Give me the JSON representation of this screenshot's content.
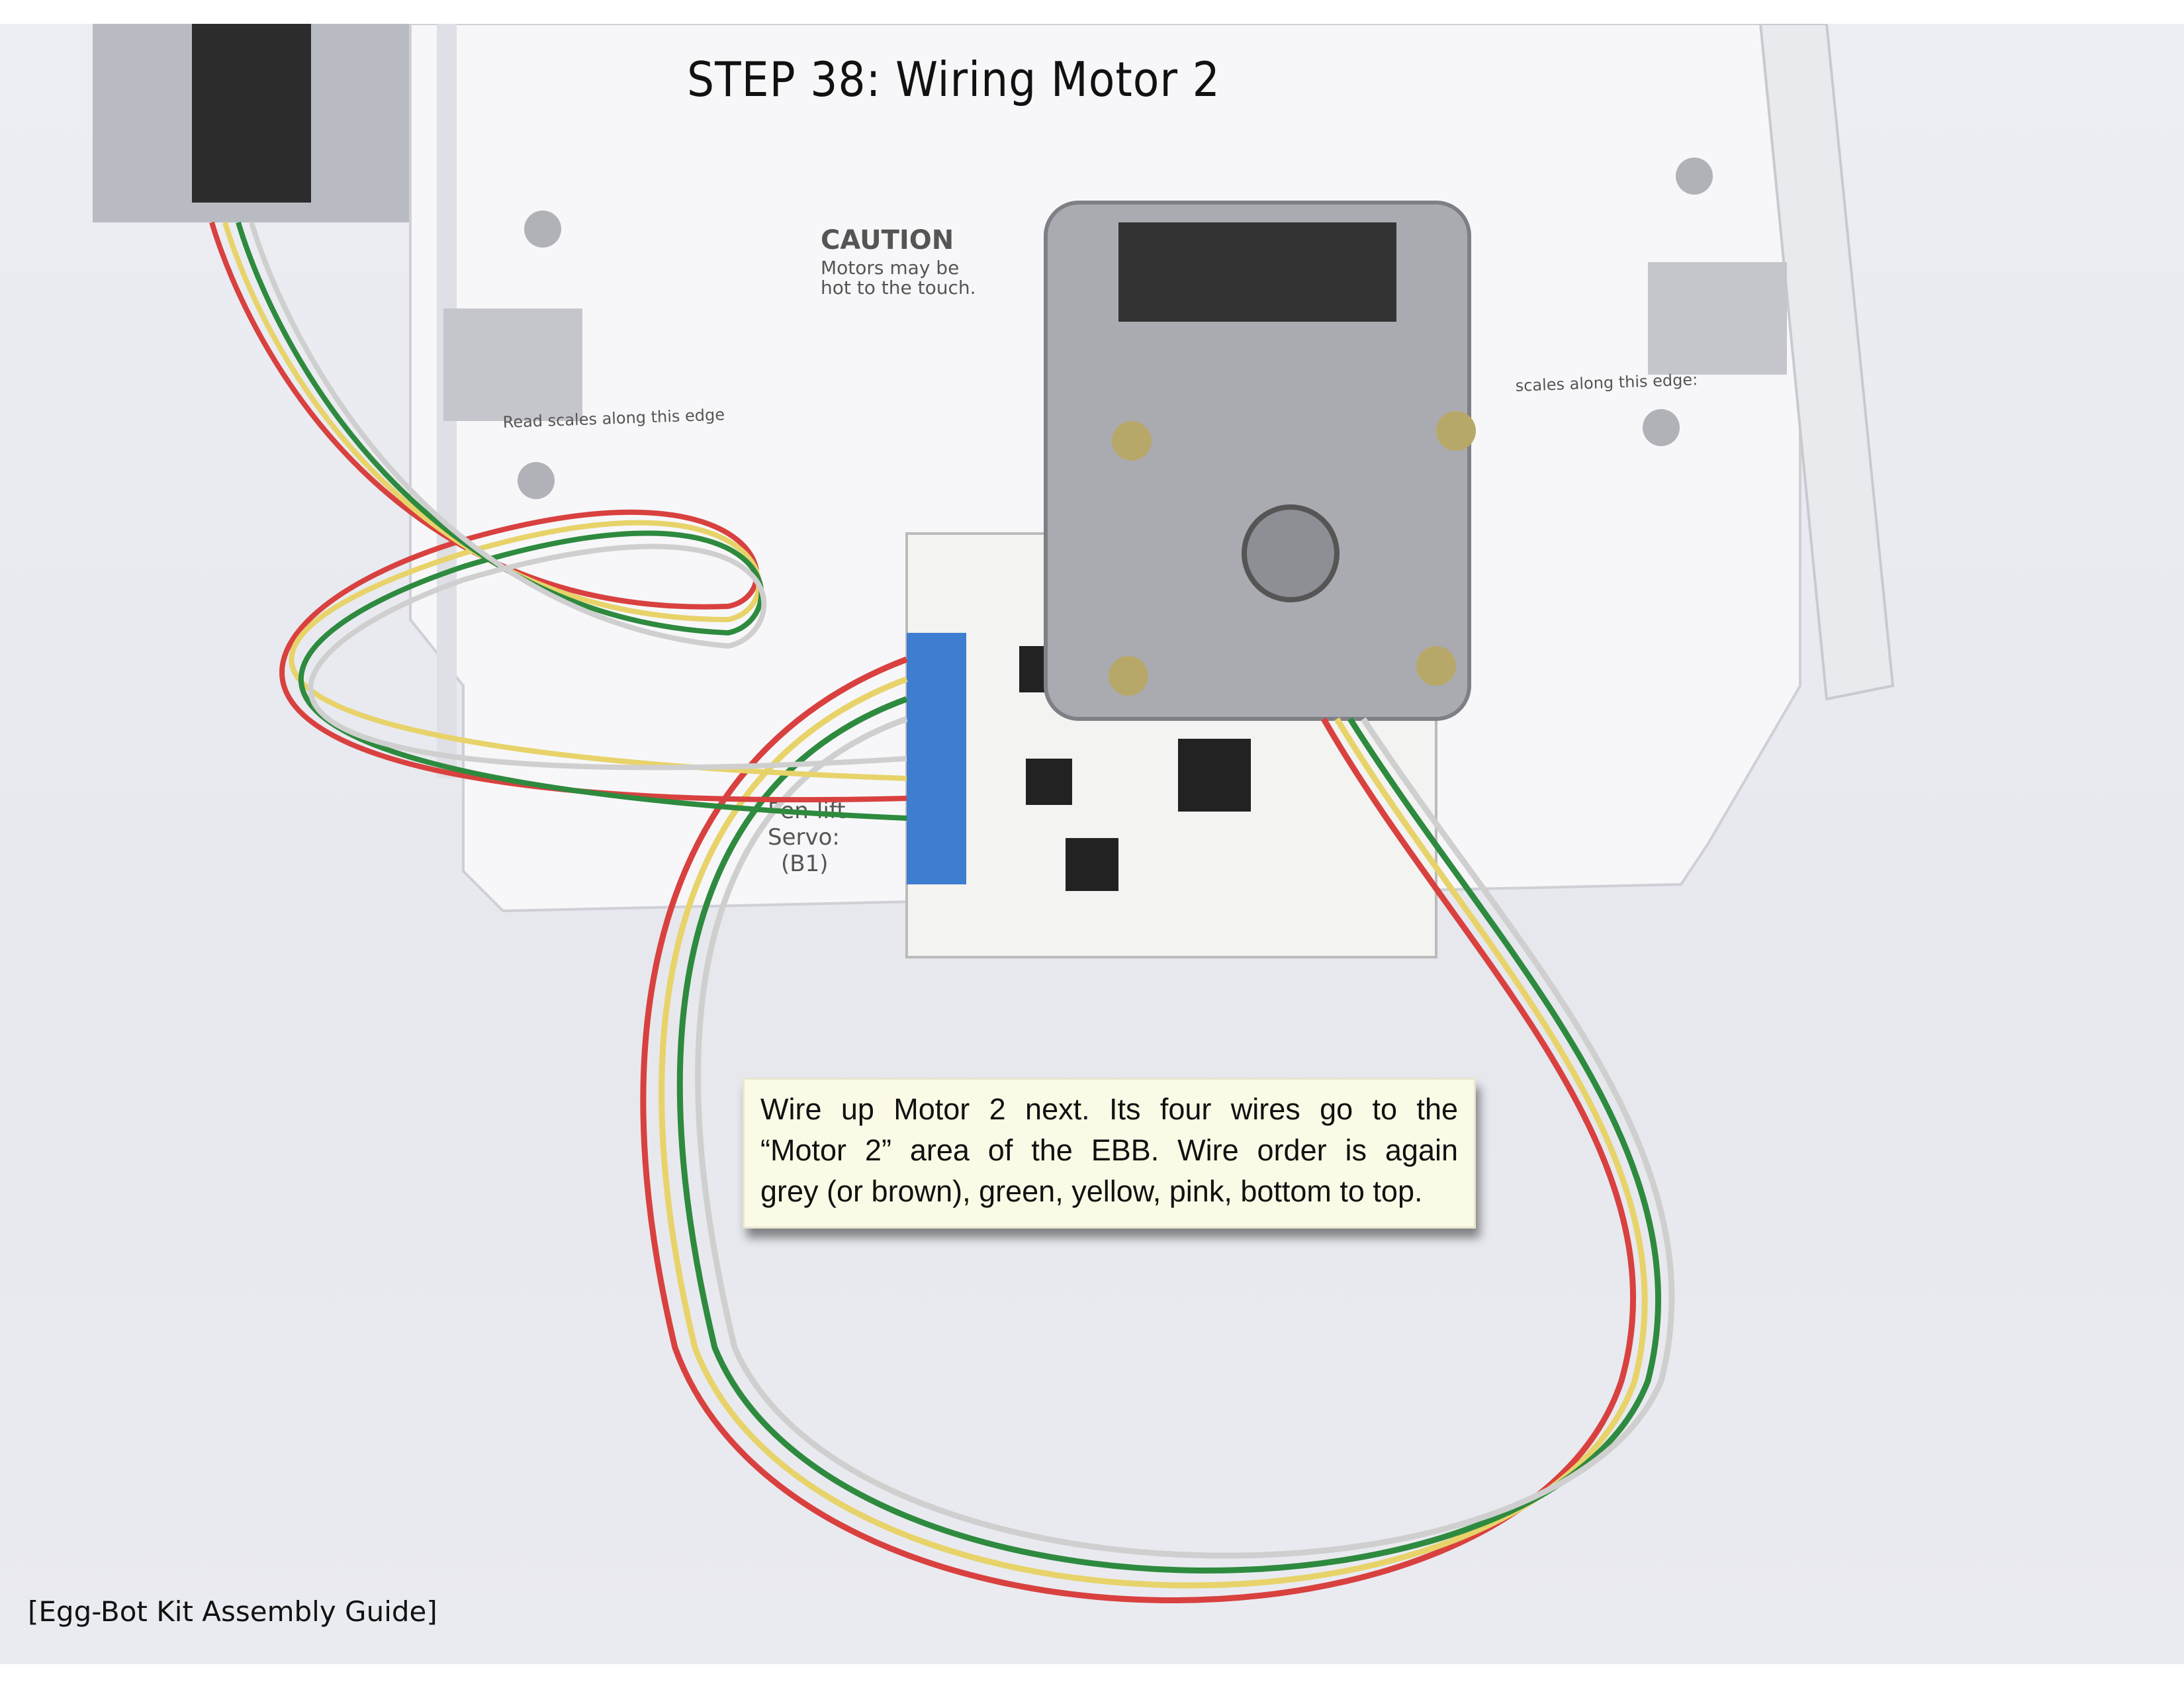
{
  "header": {
    "title": "STEP 38: Wiring Motor 2"
  },
  "caption": {
    "lines": [
      "Wire up Motor 2 next. Its four wires go to the",
      "“Motor 2” area of the EBB.  Wire order is again",
      "grey (or brown), green, yellow, pink, bottom to top."
    ]
  },
  "photo_labels": {
    "caution_title": "CAUTION",
    "caution_line1": "Motors may be",
    "caution_line2": "hot to the touch.",
    "scale_left": "Read scales along this edge",
    "scale_right": "scales along this edge:",
    "servo_line1": "Pen-lift",
    "servo_line2": "Servo:",
    "servo_line3": "(B1)"
  },
  "footer": {
    "text": "[Egg-Bot Kit Assembly Guide]"
  },
  "colors": {
    "wire_red": "#d8413f",
    "wire_green": "#2e8a3e",
    "wire_yellow": "#e7d36a",
    "wire_grey": "#cfcfcf",
    "caption_bg": "#fbfae6"
  }
}
